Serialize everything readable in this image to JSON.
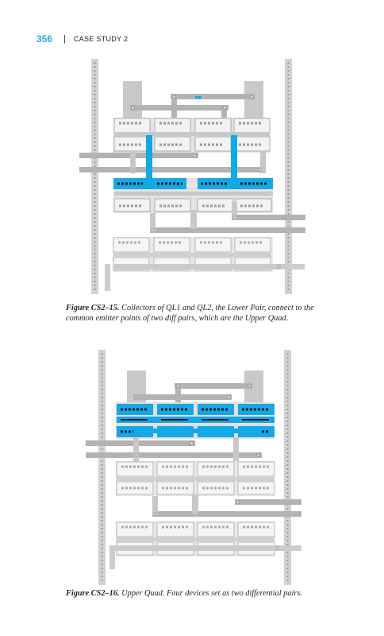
{
  "header": {
    "page_number": "356",
    "separator": "|",
    "section_title": "CASE STUDY 2"
  },
  "figures": [
    {
      "label": "Figure CS2–15.",
      "caption": "Collectors of QL1 and QL2, the Lower Pair, connect to the common emitter points of two diff pairs, which are the Upper Quad."
    },
    {
      "label": "Figure CS2–16.",
      "caption": "Upper Quad. Four devices set as two differential pairs."
    }
  ],
  "colors": {
    "accent_blue": "#14a8e6",
    "rail_gray": "#c8c8c8",
    "metal_gray": "#b3b3b3",
    "outline_gray": "#9a9a9a"
  }
}
